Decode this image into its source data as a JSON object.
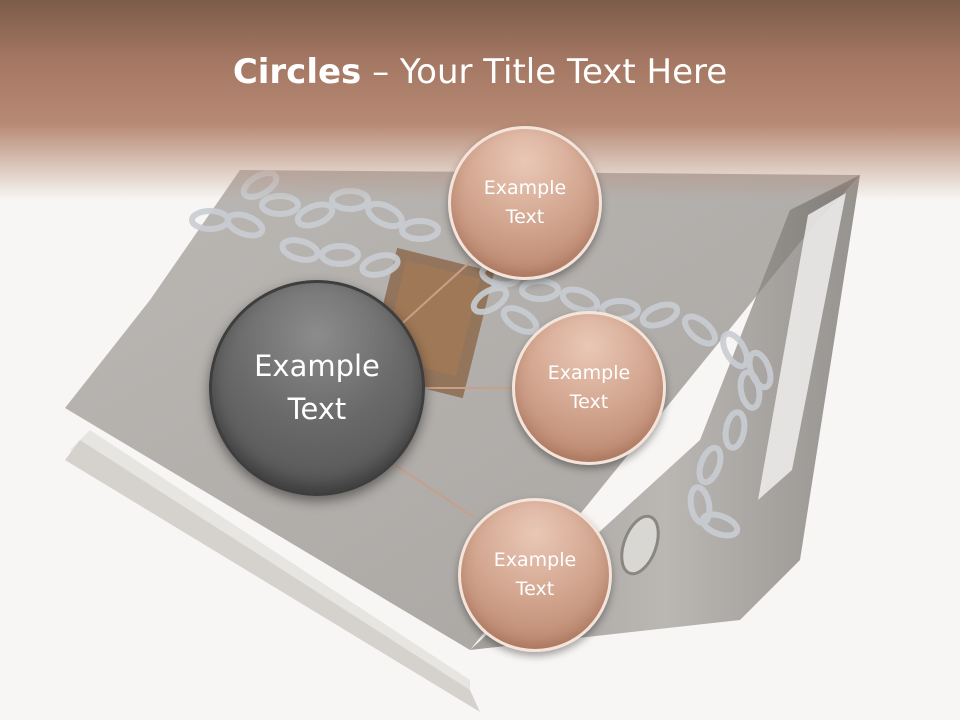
{
  "title": {
    "bold": "Circles",
    "rest": " – Your Title Text Here"
  },
  "main_circle": {
    "text": "Example\nText"
  },
  "circles": [
    {
      "text": "Example\nText"
    },
    {
      "text": "Example\nText"
    },
    {
      "text": "Example\nText"
    }
  ],
  "colors": {
    "header": "#a47763",
    "circle_fill": "#d6ab95",
    "main_fill": "#5c5c5c",
    "connector": "#c8a08a"
  },
  "icons": [
    "binder-image",
    "chain-image",
    "padlock-image"
  ]
}
